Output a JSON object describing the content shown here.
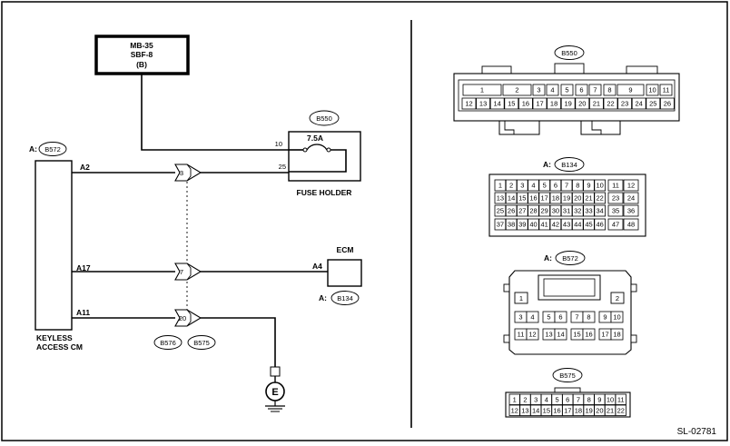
{
  "left": {
    "source_box": [
      "MB-35",
      "SBF-8",
      "(B)"
    ],
    "fuse_holder": {
      "connector": "B550",
      "rating": "7.5A",
      "label": "FUSE HOLDER",
      "pin_in": "10",
      "pin_out": "25"
    },
    "keyless": {
      "prefix": "A:",
      "connector": "B572",
      "label_line1": "KEYLESS",
      "label_line2": "ACCESS CM",
      "pins": [
        "A2",
        "A17",
        "A11"
      ]
    },
    "joints": [
      "3",
      "7",
      "20"
    ],
    "joint_connectors": [
      "B576",
      "B575"
    ],
    "ecm": {
      "label": "ECM",
      "pin": "A4",
      "prefix": "A:",
      "connector": "B134"
    },
    "ground_symbol": "E"
  },
  "right": {
    "b550": {
      "label": "B550",
      "top_row": [
        "1",
        "2",
        "3",
        "4",
        "5",
        "6",
        "7",
        "8",
        "9",
        "10",
        "11"
      ],
      "bottom_row": [
        "12",
        "13",
        "14",
        "15",
        "16",
        "17",
        "18",
        "19",
        "20",
        "21",
        "22",
        "23",
        "24",
        "25",
        "26"
      ]
    },
    "b134": {
      "prefix": "A:",
      "label": "B134",
      "rows": [
        [
          "1",
          "2",
          "3",
          "4",
          "5",
          "6",
          "7",
          "8",
          "9",
          "10"
        ],
        [
          "13",
          "14",
          "15",
          "16",
          "17",
          "18",
          "19",
          "20",
          "21",
          "22"
        ],
        [
          "25",
          "26",
          "27",
          "28",
          "29",
          "30",
          "31",
          "32",
          "33",
          "34"
        ],
        [
          "37",
          "38",
          "39",
          "40",
          "41",
          "42",
          "43",
          "44",
          "45",
          "46"
        ]
      ],
      "side": [
        [
          "11",
          "12"
        ],
        [
          "23",
          "24"
        ],
        [
          "35",
          "36"
        ],
        [
          "47",
          "48"
        ]
      ]
    },
    "b572": {
      "prefix": "A:",
      "label": "B572",
      "top_left": "1",
      "top_right": "2",
      "row2": [
        "3",
        "4",
        "5",
        "6",
        "7",
        "8",
        "9",
        "10"
      ],
      "row3": [
        "11",
        "12",
        "13",
        "14",
        "15",
        "16",
        "17",
        "18"
      ]
    },
    "b575": {
      "label": "B575",
      "rows": [
        [
          "1",
          "2",
          "3",
          "4",
          "5",
          "6",
          "7",
          "8",
          "9",
          "10",
          "11"
        ],
        [
          "12",
          "13",
          "14",
          "15",
          "16",
          "17",
          "18",
          "19",
          "20",
          "21",
          "22"
        ]
      ]
    }
  },
  "figure_id": "SL-02781"
}
